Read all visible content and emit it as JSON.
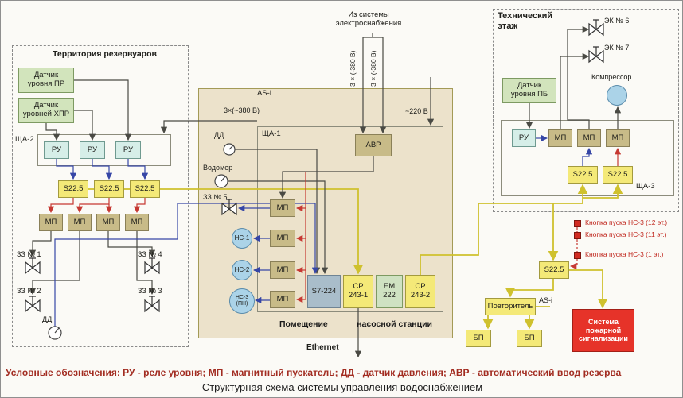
{
  "title": "Структурная схема системы управления водоснабжением",
  "legend": "Условные обозначения:  РУ - реле уровня; МП - магнитный пускатель; ДД - датчик давления; АВР - автоматический ввод резерва",
  "shared": {
    "ru": "РУ",
    "mp": "МП",
    "s225": "S22.5",
    "bp": "БП",
    "dd": "ДД",
    "asi": "AS-i"
  },
  "power": {
    "source": "Из системы\nэлектроснабжения",
    "v380_feed": "3×(-380 В)",
    "v380_bus": "3×(~380 В)",
    "v220": "~220 В"
  },
  "reservoir": {
    "title": "Территория резервуаров",
    "sensor_pr": "Датчик\nуровня ПР",
    "sensor_hpr": "Датчик\nуровней ХПР",
    "panel": "ЩА-2",
    "valve1": "ЗЗ № 1",
    "valve2": "ЗЗ № 2",
    "valve3": "ЗЗ № 3",
    "valve4": "ЗЗ № 4"
  },
  "pump_station": {
    "panel": "ЩА-1",
    "avr": "АВР",
    "water_meter": "Водомер",
    "valve5": "ЗЗ № 5",
    "ns1": "НС-1",
    "ns2": "НС-2",
    "ns3": "НС-3\n(ПН)",
    "s7": "S7-224",
    "cp1": "СР\n243-1",
    "em": "ЕМ\n222",
    "cp2": "СР\n243-2",
    "ethernet": "Ethernet",
    "room1": "Помещение",
    "room2": "насосной станции"
  },
  "tech_floor": {
    "title": "Технический\nэтаж",
    "ek6": "ЭК № 6",
    "ek7": "ЭК № 7",
    "compressor": "Компрессор",
    "sensor_pb": "Датчик\nуровня ПБ",
    "panel": "ЩА-3"
  },
  "fire": {
    "btn12": "Кнопка пуска НС-3 (12 эт.)",
    "btn11": "Кнопка пуска НС-3 (11 эт.)",
    "btn1": "Кнопка пуска НС-3 (1 эт.)",
    "repeater": "Повторитель",
    "system": "Система\nпожарной\nсигнализации"
  }
}
